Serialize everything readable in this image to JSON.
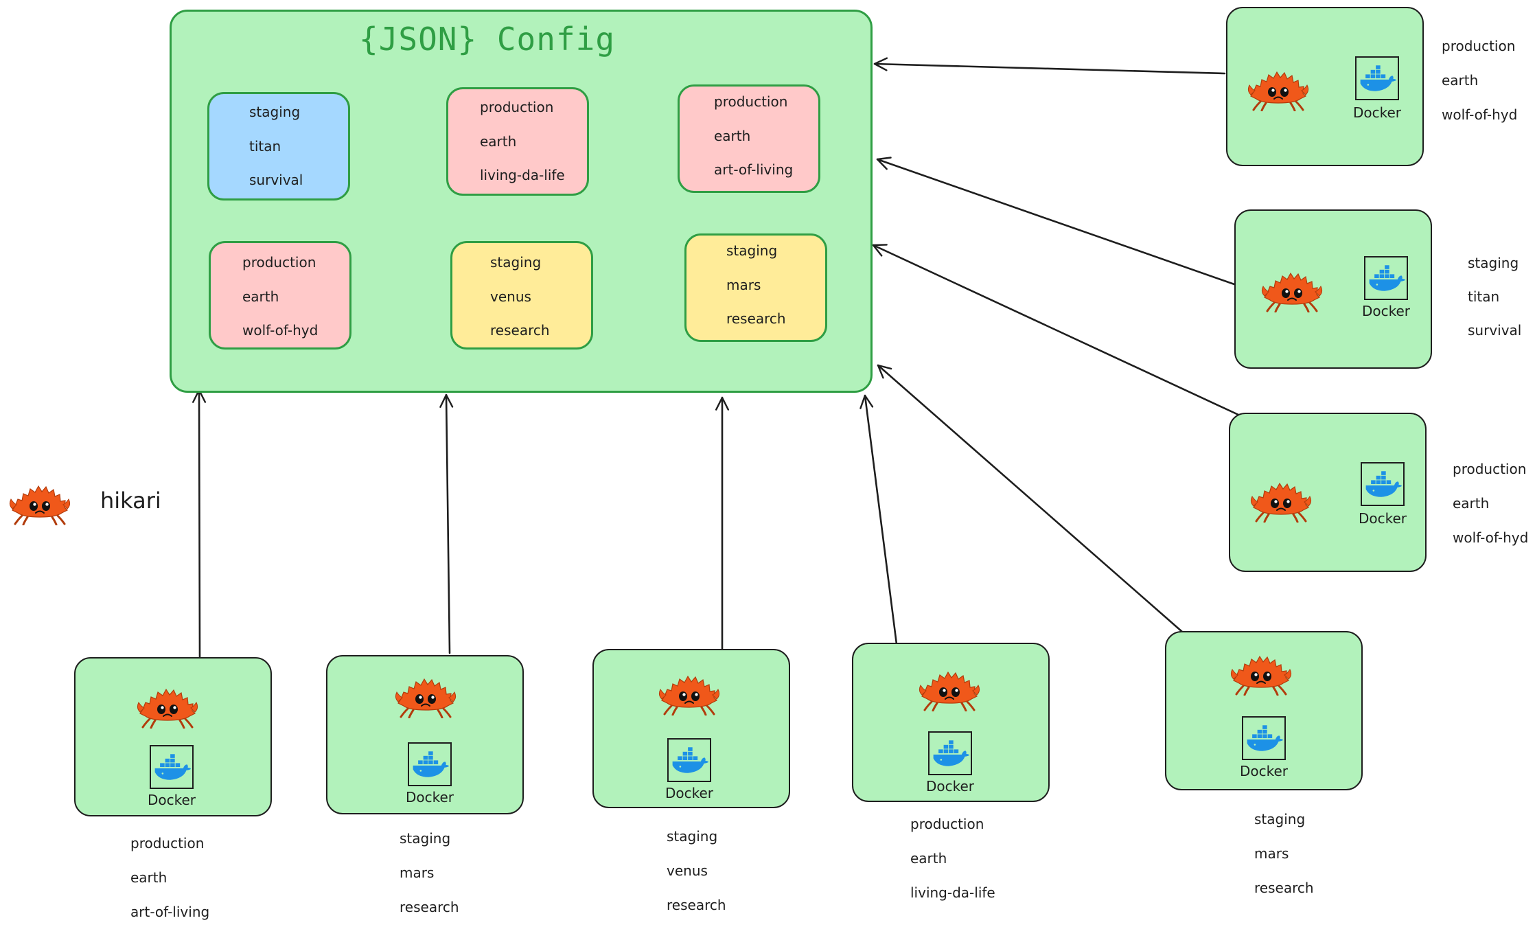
{
  "title": "{JSON} Config",
  "app_name": "hikari",
  "colors": {
    "green_fill": "#b2f2bb",
    "green_stroke": "#2f9e44",
    "blue": "#a5d8ff",
    "pink": "#ffc9c9",
    "yellow": "#ffec99",
    "crab": "#f0581a",
    "docker": "#1d91e6"
  },
  "config_entries": [
    {
      "env": "staging",
      "planet": "titan",
      "project": "survival"
    },
    {
      "env": "production",
      "planet": "earth",
      "project": "living-da-life"
    },
    {
      "env": "production",
      "planet": "earth",
      "project": "art-of-living"
    },
    {
      "env": "production",
      "planet": "earth",
      "project": "wolf-of-hyd"
    },
    {
      "env": "staging",
      "planet": "venus",
      "project": "research"
    },
    {
      "env": "staging",
      "planet": "mars",
      "project": "research"
    }
  ],
  "nodes": [
    {
      "icon": "rust-crab-icon",
      "docker_label": "Docker",
      "env": "production",
      "planet": "earth",
      "project": "wolf-of-hyd"
    },
    {
      "icon": "rust-crab-icon",
      "docker_label": "Docker",
      "env": "staging",
      "planet": "titan",
      "project": "survival"
    },
    {
      "icon": "rust-crab-icon",
      "docker_label": "Docker",
      "env": "production",
      "planet": "earth",
      "project": "wolf-of-hyd"
    },
    {
      "icon": "rust-crab-icon",
      "docker_label": "Docker",
      "env": "staging",
      "planet": "mars",
      "project": "research"
    },
    {
      "icon": "rust-crab-icon",
      "docker_label": "Docker",
      "env": "production",
      "planet": "earth",
      "project": "living-da-life"
    },
    {
      "icon": "rust-crab-icon",
      "docker_label": "Docker",
      "env": "staging",
      "planet": "venus",
      "project": "research"
    },
    {
      "icon": "rust-crab-icon",
      "docker_label": "Docker",
      "env": "staging",
      "planet": "mars",
      "project": "research"
    },
    {
      "icon": "rust-crab-icon",
      "docker_label": "Docker",
      "env": "production",
      "planet": "earth",
      "project": "art-of-living"
    }
  ]
}
